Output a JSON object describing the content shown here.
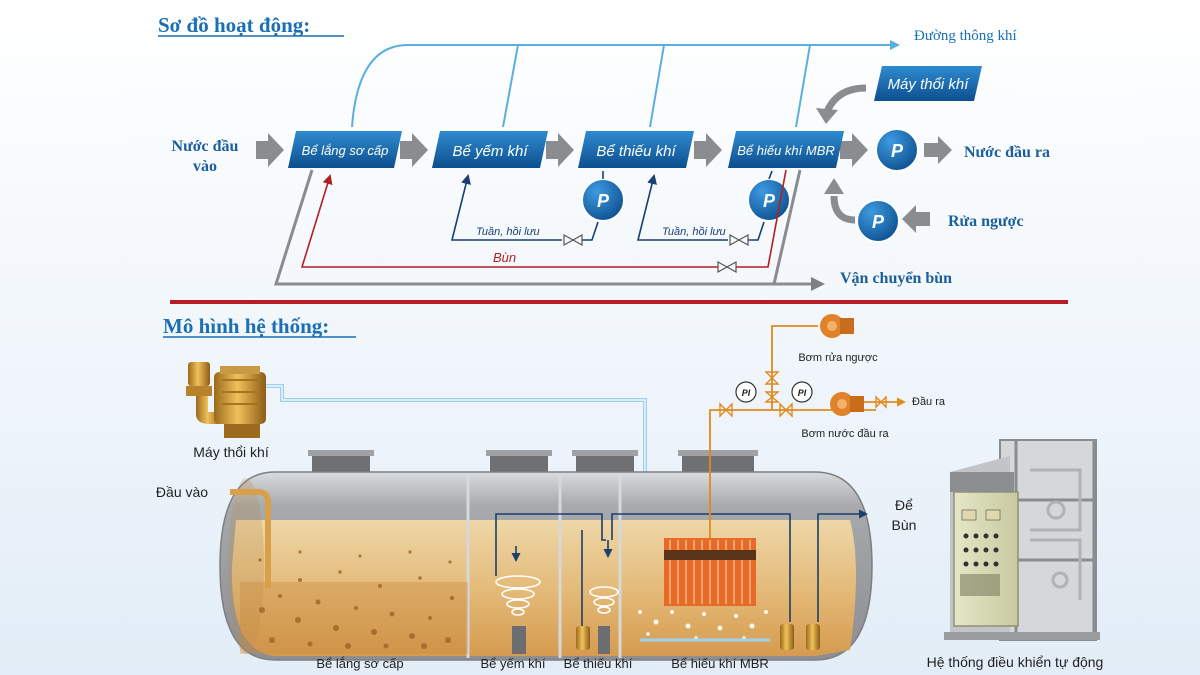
{
  "diagram": {
    "section1_title": "Sơ đồ hoạt động:",
    "section2_title": "Mô hình hệ thống:",
    "flow": {
      "input": [
        "Nước đầu",
        "vào"
      ],
      "vent": "Đường thông khí",
      "blower_box": "Máy thổi khí",
      "tanks": [
        "Bể lắng sơ cấp",
        "Bể yếm khí",
        "Bể thiếu khí",
        "Bể hiếu khí MBR"
      ],
      "pump_symbol": "P",
      "output": "Nước đầu ra",
      "backwash": "Rửa ngược",
      "recycle_1": "Tuần, hồi lưu",
      "recycle_2": "Tuần, hồi lưu",
      "sludge": "Bùn",
      "sludge_transport": "Vận chuyển bùn"
    },
    "model": {
      "blower": "Máy thổi khí",
      "inlet": "Đầu vào",
      "sludge_out": [
        "Để",
        "Bùn"
      ],
      "backwash_pump": "Bơm rửa ngược",
      "output_pump": "Bơm nước đầu ra",
      "outlet": "Đầu ra",
      "gauge": "PI",
      "tank_labels": [
        "Bể lắng sơ cấp",
        "Bể yếm khí",
        "Bể thiếu khí",
        "Bể hiếu khí MBR"
      ],
      "control": "Hệ thống điều khiển tự động"
    }
  }
}
